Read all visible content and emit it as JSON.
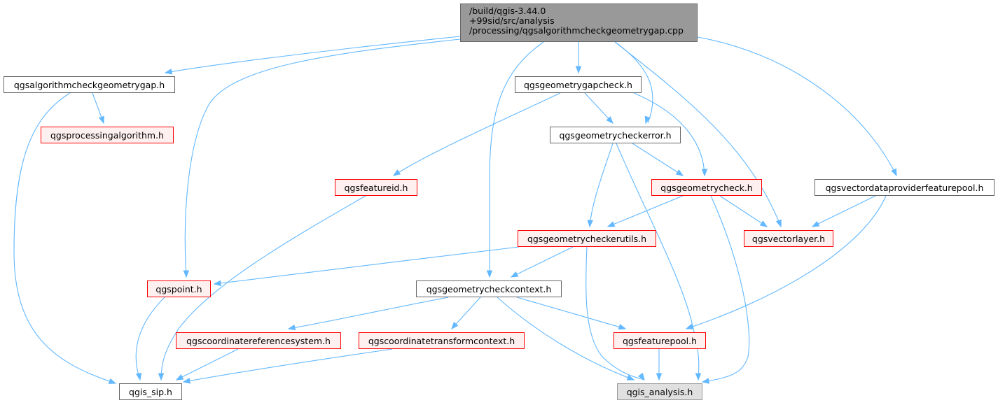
{
  "root": {
    "lines": [
      "/build/qgis-3.44.0",
      "+99sid/src/analysis",
      "/processing/qgsalgorithmcheckgeometrygap.cpp"
    ]
  },
  "nodes": {
    "qgsalgorithmcheckgeometrygap_h": "qgsalgorithmcheckgeometrygap.h",
    "qgsprocessingalgorithm_h": "qgsprocessingalgorithm.h",
    "qgsgeometrygapcheck_h": "qgsgeometrygapcheck.h",
    "qgsgeometrycheckerror_h": "qgsgeometrycheckerror.h",
    "qgsfeatureid_h": "qgsfeatureid.h",
    "qgsgeometrycheck_h": "qgsgeometrycheck.h",
    "qgsvectordataproviderfeaturepool_h": "qgsvectordataproviderfeaturepool.h",
    "qgsgeometrycheckerutils_h": "qgsgeometrycheckerutils.h",
    "qgsvectorlayer_h": "qgsvectorlayer.h",
    "qgspoint_h": "qgspoint.h",
    "qgsgeometrycheckcontext_h": "qgsgeometrycheckcontext.h",
    "qgscoordinatereferencesystem_h": "qgscoordinatereferencesystem.h",
    "qgscoordinatetransformcontext_h": "qgscoordinatetransformcontext.h",
    "qgsfeaturepool_h": "qgsfeaturepool.h",
    "qgis_sip_h": "qgis_sip.h",
    "qgis_analysis_h": "qgis_analysis.h"
  },
  "colors": {
    "edge": "#63b8ff",
    "root_fill": "#999999",
    "red_border": "#ff0000",
    "grey_fill": "#e0e0e0"
  }
}
